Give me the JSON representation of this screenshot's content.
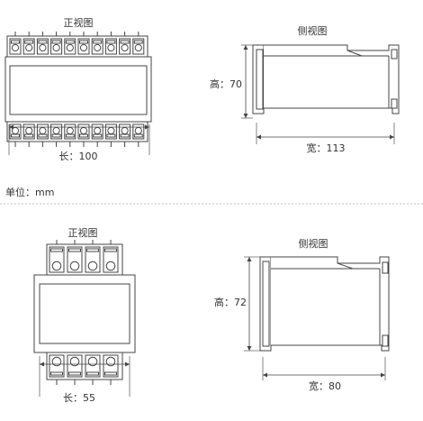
{
  "top": {
    "front_title": "正视图",
    "side_title": "侧视图",
    "width_label": "长：100",
    "height_label": "高：70",
    "depth_label": "宽：113",
    "terminal_count": 10
  },
  "units_label": "单位：mm",
  "bottom": {
    "front_title": "正视图",
    "side_title": "侧视图",
    "width_label": "长：55",
    "height_label": "高：72",
    "depth_label": "宽：80",
    "terminal_count": 4
  },
  "colors": {
    "line": "#444444",
    "text": "#333333",
    "divider": "#aaaaaa"
  }
}
